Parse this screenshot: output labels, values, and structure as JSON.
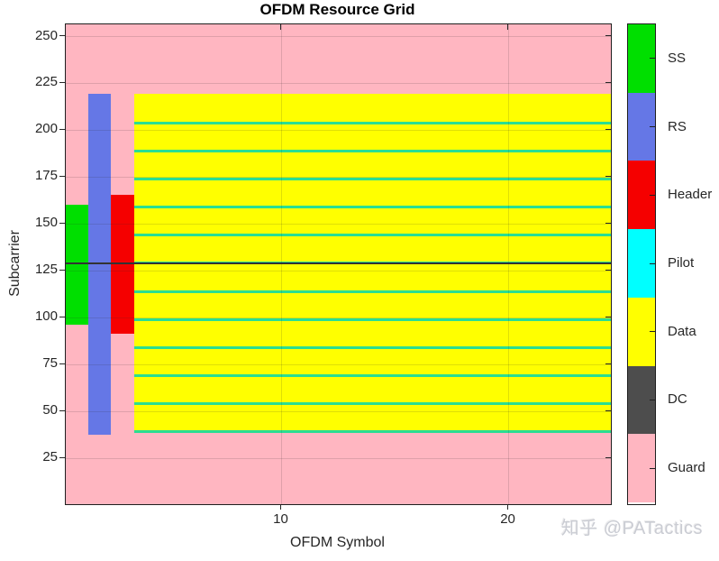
{
  "figure": {
    "watermark": "知乎 @PATactics"
  },
  "chart_data": {
    "type": "heatmap",
    "title": "OFDM Resource Grid",
    "xlabel": "OFDM Symbol",
    "ylabel": "Subcarrier",
    "xlim": [
      0.5,
      24.5
    ],
    "ylim": [
      0.5,
      256.5
    ],
    "xticks": [
      10,
      20
    ],
    "yticks": [
      25,
      50,
      75,
      100,
      125,
      150,
      175,
      200,
      225,
      250
    ],
    "grid": true,
    "grid_color": "rgba(38,38,38,0.15)",
    "legend_position": "right-colorbar",
    "legend": [
      {
        "label": "SS",
        "color": "#00DF00"
      },
      {
        "label": "RS",
        "color": "#6577E6"
      },
      {
        "label": "Header",
        "color": "#F50000"
      },
      {
        "label": "Pilot",
        "color": "#00FFFF"
      },
      {
        "label": "Data",
        "color": "#FFFF00"
      },
      {
        "label": "DC",
        "color": "#4D4D4D"
      },
      {
        "label": "Guard",
        "color": "#FFB6C1"
      }
    ],
    "regions": [
      {
        "name": "Guard",
        "color": "#FFB6C1",
        "symbols": [
          1,
          24
        ],
        "subcarriers": [
          1,
          256
        ]
      },
      {
        "name": "SS",
        "color": "#00DF00",
        "symbols": [
          1,
          1
        ],
        "subcarriers": [
          97,
          160
        ]
      },
      {
        "name": "RS",
        "color": "#6577E6",
        "symbols": [
          2,
          2
        ],
        "subcarriers": [
          38,
          219
        ]
      },
      {
        "name": "Header",
        "color": "#F50000",
        "symbols": [
          3,
          3
        ],
        "subcarriers": [
          92,
          165
        ]
      },
      {
        "name": "Data",
        "color": "#FFFF00",
        "symbols": [
          4,
          24
        ],
        "subcarriers": [
          39,
          219
        ]
      }
    ],
    "pilots": {
      "symbols": [
        4,
        24
      ],
      "subcarriers": [
        39,
        54,
        69,
        84,
        99,
        114,
        129,
        144,
        159,
        174,
        189,
        204
      ],
      "color": "#00FFFF",
      "render_color": "#2BDE92"
    },
    "dc": {
      "subcarrier": 129,
      "symbols": [
        1,
        24
      ],
      "color": "#4D4D4D",
      "render_color": "#333333"
    }
  }
}
